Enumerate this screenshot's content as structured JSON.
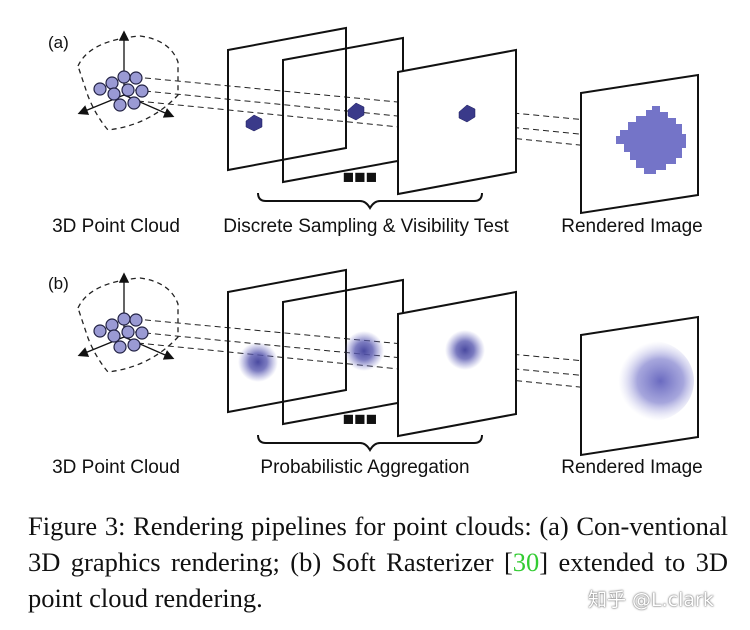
{
  "figure": {
    "panel_a": {
      "label": "(a)",
      "stage_labels": [
        "3D Point Cloud",
        "Discrete Sampling & Visibility Test",
        "Rendered Image"
      ],
      "ellipsis": "■■■"
    },
    "panel_b": {
      "label": "(b)",
      "stage_labels": [
        "3D Point Cloud",
        "Probabilistic Aggregation",
        "Rendered Image"
      ],
      "ellipsis": "■■■"
    },
    "colors": {
      "point_fill": "#9a9ad4",
      "point_stroke": "#222244",
      "hexagon": "#3a3a8a",
      "rendered_solid": "#7474c8",
      "blob": "#4a4aa0"
    }
  },
  "caption": {
    "prefix": "Figure 3:  Rendering pipelines for point clouds: (a) Con-ventional 3D graphics rendering; (b) Soft Rasterizer [",
    "citation": "30",
    "suffix": "] extended to 3D point cloud rendering."
  },
  "watermark": "知乎 @L.clark"
}
